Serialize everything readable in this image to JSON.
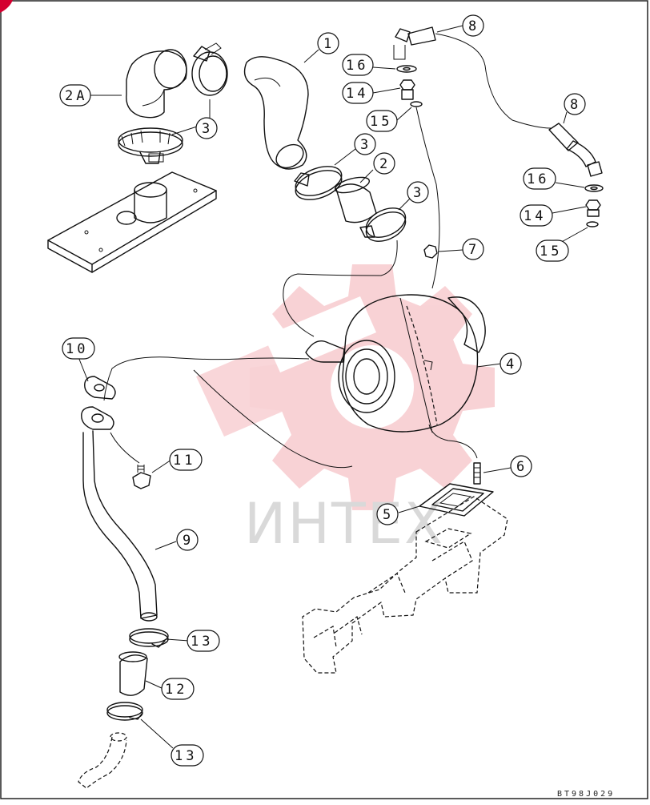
{
  "diagram": {
    "watermark": "ИНТЕХ",
    "drawing_code": "BT98J029",
    "callouts": {
      "c1": "1",
      "c2": "2",
      "c2a": "2A",
      "c3a": "3",
      "c3b": "3",
      "c3c": "3",
      "c4": "4",
      "c5": "5",
      "c6": "6",
      "c7": "7",
      "c8a": "8",
      "c8b": "8",
      "c9": "9",
      "c10": "10",
      "c11": "11",
      "c12": "12",
      "c13a": "13",
      "c13b": "13",
      "c14a": "14",
      "c14b": "14",
      "c15a": "15",
      "c15b": "15",
      "c16a": "16",
      "c16b": "16"
    }
  }
}
